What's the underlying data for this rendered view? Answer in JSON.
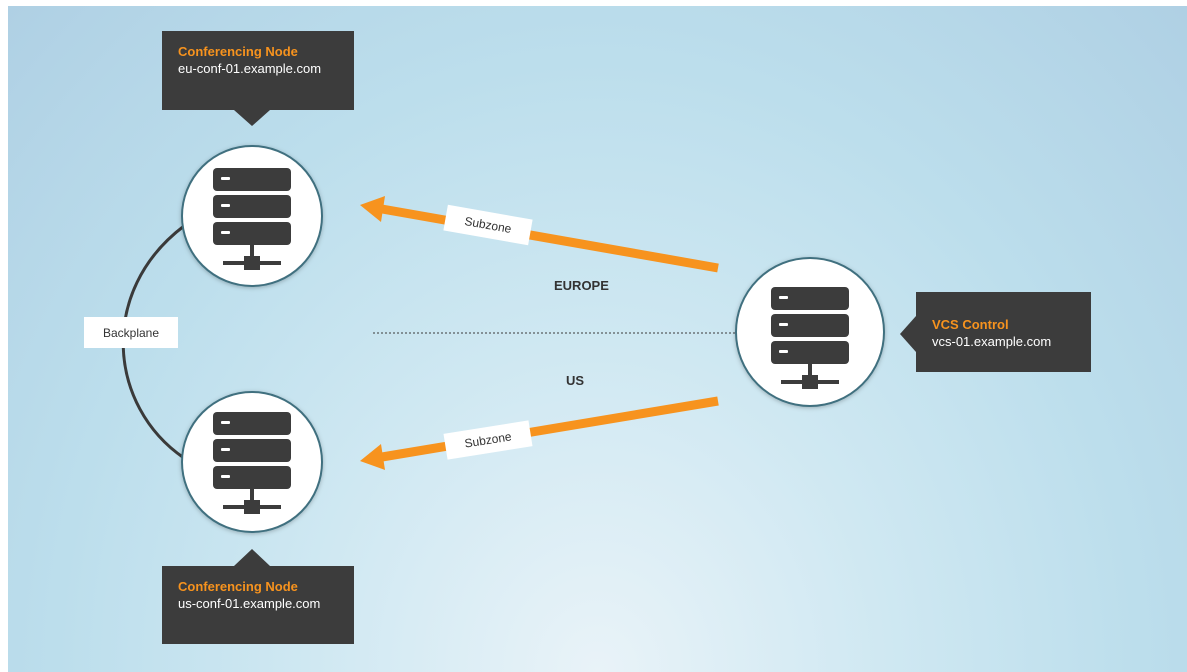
{
  "nodes": {
    "eu": {
      "title": "Conferencing Node",
      "host": "eu-conf-01.example.com",
      "icon": "server-rack-icon"
    },
    "us": {
      "title": "Conferencing Node",
      "host": "us-conf-01.example.com",
      "icon": "server-rack-icon"
    },
    "vcs": {
      "title": "VCS Control",
      "host": "vcs-01.example.com",
      "icon": "server-rack-icon"
    }
  },
  "links": {
    "backplane": "Backplane",
    "subzone_eu": "Subzone",
    "subzone_us": "Subzone"
  },
  "regions": {
    "europe": "EUROPE",
    "us": "US"
  },
  "colors": {
    "accent": "#f7931e",
    "callout_bg": "#3c3c3c",
    "node_border": "#3f6f7f"
  }
}
